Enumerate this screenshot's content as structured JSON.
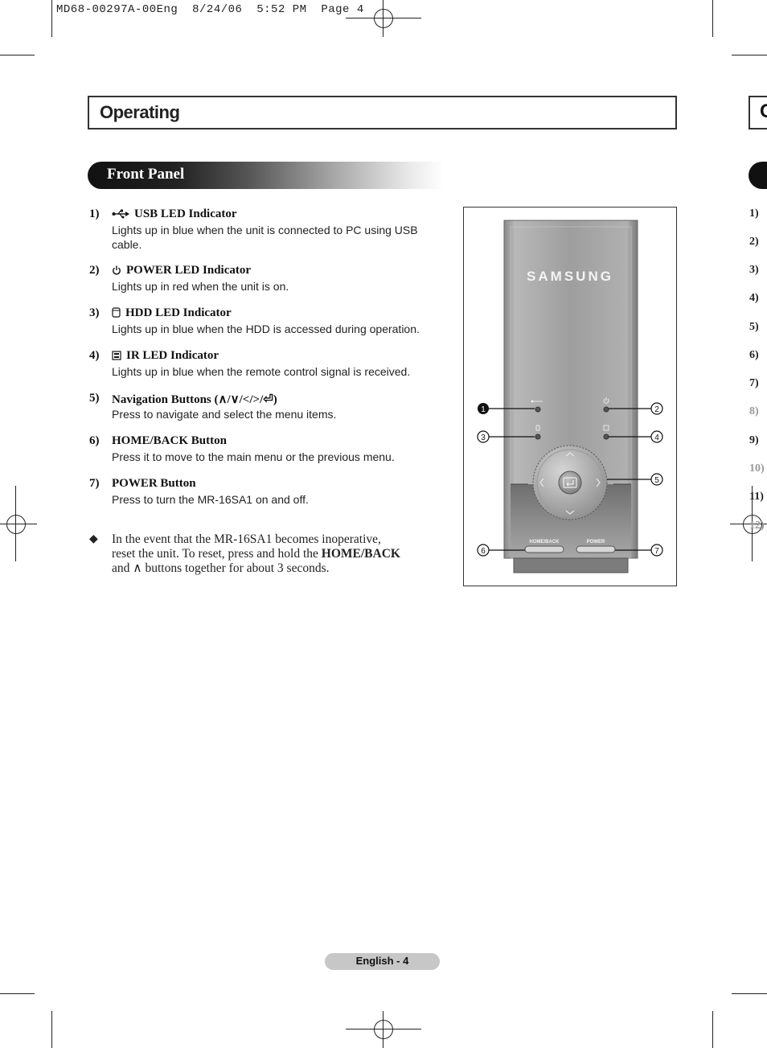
{
  "print_header": "MD68-00297A-00Eng  8/24/06  5:52 PM  Page 4",
  "page_title": "Operating",
  "next_page_title_fragment": "C",
  "section_title": "Front Panel",
  "items": [
    {
      "num": "1)",
      "icon": "usb-icon",
      "title": "USB LED Indicator",
      "desc": "Lights up in blue when the unit is connected to PC using USB cable."
    },
    {
      "num": "2)",
      "icon": "power-icon",
      "title": "POWER LED Indicator",
      "desc": "Lights up in red when the unit is on."
    },
    {
      "num": "3)",
      "icon": "hdd-icon",
      "title": "HDD LED Indicator",
      "desc": "Lights up in blue when the HDD is accessed during operation."
    },
    {
      "num": "4)",
      "icon": "ir-icon",
      "title": "IR LED Indicator",
      "desc": "Lights up in blue when the remote control signal is received."
    },
    {
      "num": "5)",
      "icon": "",
      "title": "Navigation Buttons (∧/∨/</>/⏎)",
      "desc": "Press to navigate and select the menu items."
    },
    {
      "num": "6)",
      "icon": "",
      "title": "HOME/BACK Button",
      "desc": "Press it to move to the main menu or the previous menu."
    },
    {
      "num": "7)",
      "icon": "",
      "title": "POWER Button",
      "desc": "Press to turn the MR-16SA1 on and off."
    }
  ],
  "note": {
    "bullet": "◆",
    "line1": "In the event that the MR-16SA1 becomes inoperative,",
    "line2_pre": "reset the unit. To reset, press and hold the ",
    "line2_bold": "HOME/BACK",
    "line3": "and ∧ buttons together for about 3 seconds."
  },
  "figure": {
    "brand": "SAMSUNG",
    "home_back_label": "HOME/BACK",
    "power_label": "POWER",
    "callouts": [
      "1",
      "2",
      "3",
      "4",
      "5",
      "6",
      "7"
    ]
  },
  "side_numbers": [
    "1)",
    "2)",
    "3)",
    "4)",
    "5)",
    "6)",
    "7)",
    "8)",
    "9)",
    "10)",
    "11)",
    "12)"
  ],
  "footer": "English - 4"
}
